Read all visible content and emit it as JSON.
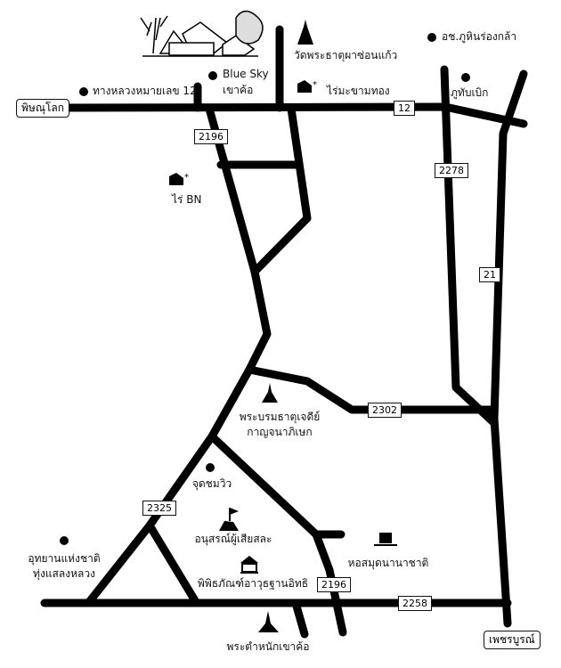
{
  "cities": {
    "west": "พิษณุโลก",
    "south": "เพชรบูรณ์"
  },
  "routes": {
    "r12": "12",
    "r2196_top": "2196",
    "r2278": "2278",
    "r21": "21",
    "r2302": "2302",
    "r2325": "2325",
    "r2196_bottom": "2196",
    "r2258": "2258"
  },
  "places": {
    "highway12": "ทางหลวงหมายเลข 12",
    "blue_sky_line1": "Blue Sky",
    "blue_sky_line2": "เขาค้อ",
    "wat_pha_son_kaew": "วัดพระธาตุผาซ่อนแก้ว",
    "rai_makham_thong": "ไร่มะขามทอง",
    "hin_rong_kla": "อช.ภูหินร่องกล้า",
    "phu_thap_boek": "ภูทับเบิก",
    "rai_bn": "ไร่ BN",
    "chedi_line1": "พระบรมธาตุเจดีย์",
    "chedi_line2": "กาญจนาภิเษก",
    "viewpoint": "จุดชมวิว",
    "memorial": "อนุสรณ์ผู้เสียสละ",
    "library": "หอสมุดนานาชาติ",
    "national_park_line1": "อุทยานแห่งชาติ",
    "national_park_line2": "ทุ่งแสลงหลวง",
    "museum": "พิพิธภัณฑ์อาวุธฐานอิทธิ",
    "palace": "พระตำหนักเขาค้อ"
  }
}
